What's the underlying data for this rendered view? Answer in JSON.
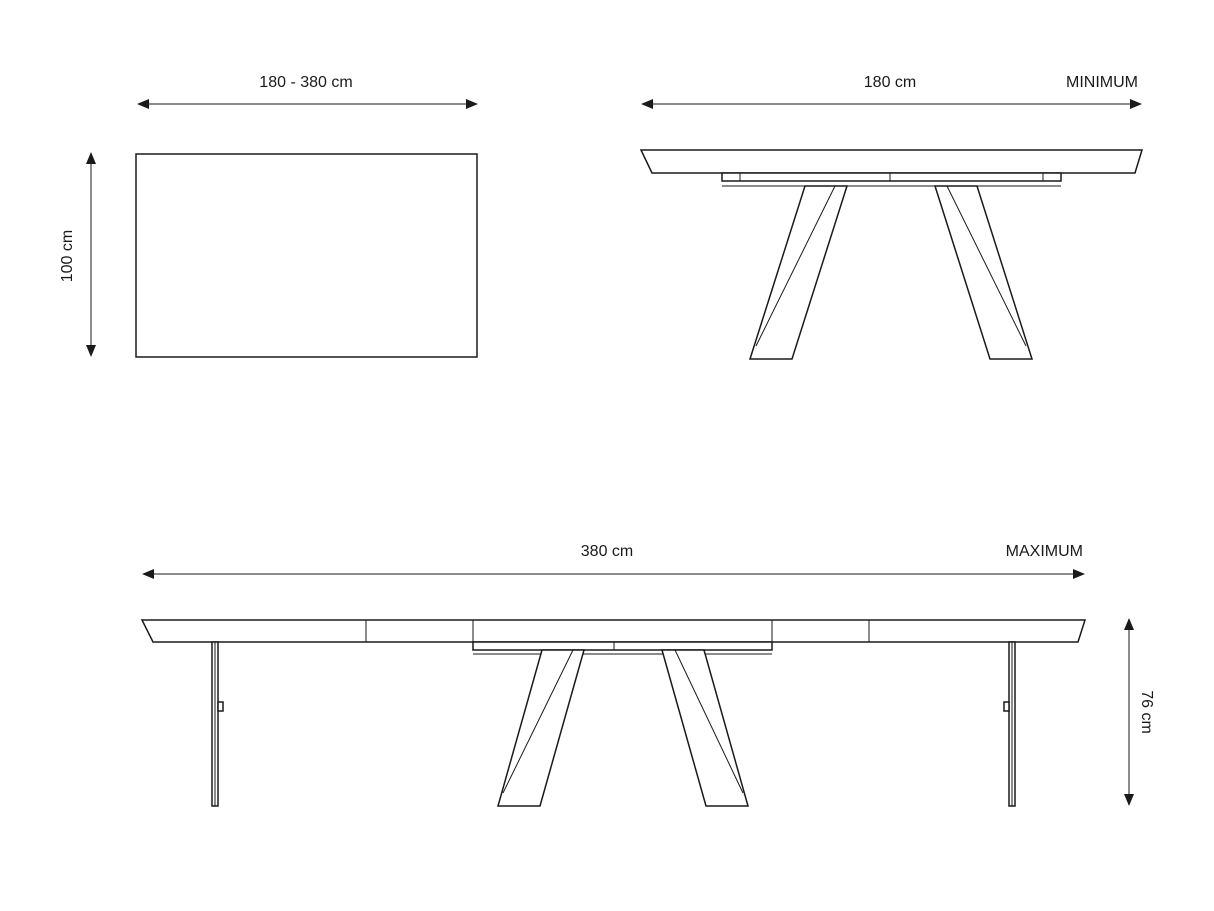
{
  "top_view": {
    "width_label": "180 - 380 cm",
    "depth_label": "100 cm"
  },
  "minimum_view": {
    "length_label": "180 cm",
    "tag": "MINIMUM"
  },
  "maximum_view": {
    "length_label": "380 cm",
    "tag": "MAXIMUM",
    "height_label": "76 cm"
  },
  "colors": {
    "ink": "#1a1a1a",
    "background": "#ffffff"
  }
}
